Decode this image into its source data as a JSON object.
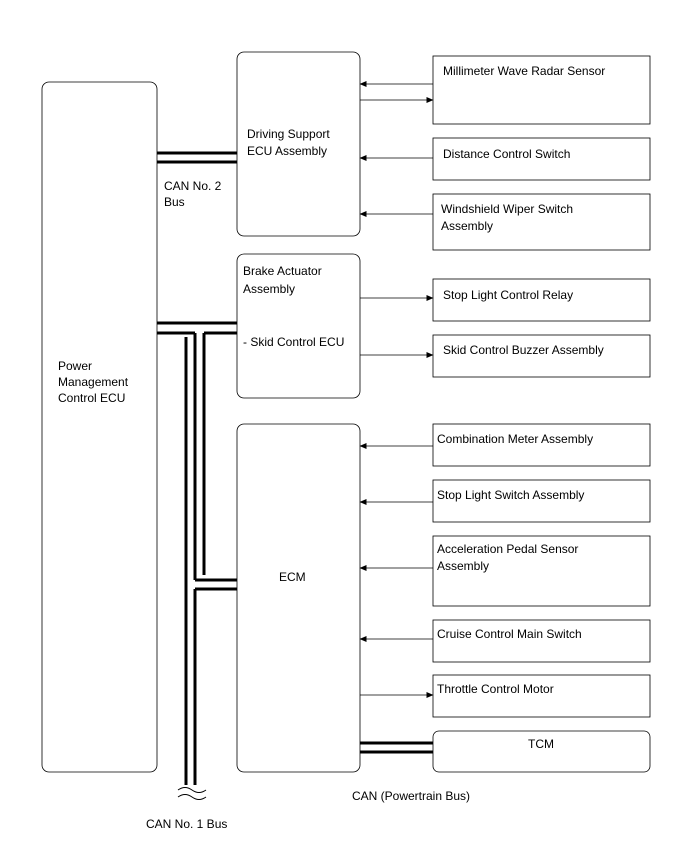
{
  "ecus": {
    "power_mgmt": {
      "lines": [
        "Power",
        "Management",
        "Control ECU"
      ]
    },
    "driving_support": {
      "lines": [
        "Driving Support",
        "ECU Assembly"
      ]
    },
    "brake_actuator": {
      "lines": [
        "Brake Actuator",
        "Assembly"
      ],
      "sub": "- Skid Control ECU"
    },
    "ecm": {
      "label": "ECM"
    },
    "tcm": {
      "label": "TCM"
    }
  },
  "components": {
    "mmw_radar": {
      "lines": [
        "Millimeter Wave Radar Sensor"
      ]
    },
    "distance_switch": {
      "lines": [
        "Distance Control Switch"
      ]
    },
    "wiper_switch": {
      "lines": [
        "Windshield Wiper Switch",
        "Assembly"
      ]
    },
    "stop_light_relay": {
      "lines": [
        "Stop Light Control Relay"
      ]
    },
    "skid_buzzer": {
      "lines": [
        "Skid Control Buzzer Assembly"
      ]
    },
    "combination_meter": {
      "lines": [
        "Combination Meter Assembly"
      ]
    },
    "stop_light_switch": {
      "lines": [
        "Stop Light Switch Assembly"
      ]
    },
    "accel_pedal": {
      "lines": [
        "Acceleration Pedal Sensor",
        "Assembly"
      ]
    },
    "cruise_switch": {
      "lines": [
        "Cruise Control Main Switch"
      ]
    },
    "throttle_motor": {
      "lines": [
        "Throttle Control Motor"
      ]
    }
  },
  "bus_labels": {
    "can2": [
      "CAN No. 2",
      "Bus"
    ],
    "powertrain": "CAN (Powertrain Bus)",
    "can1": "CAN No. 1 Bus"
  },
  "colors": {
    "line": "#000000",
    "background": "#ffffff"
  }
}
